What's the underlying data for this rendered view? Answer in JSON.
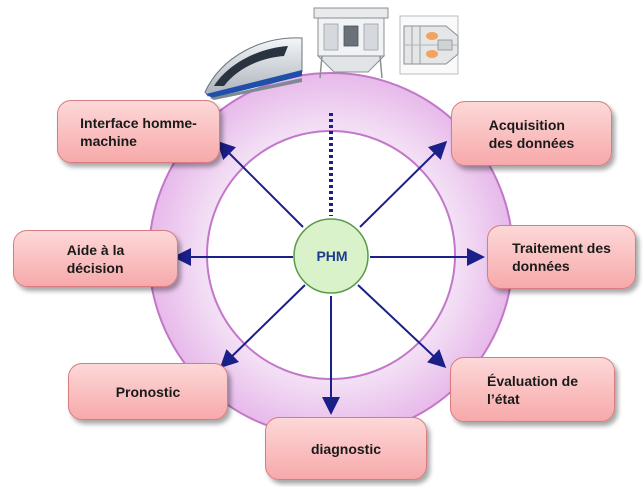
{
  "diagram": {
    "center": {
      "label": "PHM"
    },
    "nodes": [
      {
        "id": "interface",
        "line1": "Interface homme-",
        "line2": "machine"
      },
      {
        "id": "acquisition",
        "line1": "Acquisition",
        "line2": "des données"
      },
      {
        "id": "aide",
        "line1": "Aide à la",
        "line2": "décision"
      },
      {
        "id": "traitement",
        "line1": "Traitement des",
        "line2": "données"
      },
      {
        "id": "pronostic",
        "line1": "Pronostic",
        "line2": ""
      },
      {
        "id": "evaluation",
        "line1": "Évaluation de",
        "line2": "l’état"
      },
      {
        "id": "diagnostic",
        "line1": "diagnostic",
        "line2": ""
      }
    ],
    "colors": {
      "ring_fill": "#edc9ef",
      "ring_stroke": "#c277c9",
      "box_fill": "#f9b7b8",
      "arrow": "#1b1f88",
      "center_fill": "#d9f2c9",
      "center_stroke": "#5a9a4a",
      "center_text": "#1d3b8f"
    },
    "icons": [
      "high-speed-train-icon",
      "industrial-machine-icon",
      "jet-engine-icon"
    ]
  }
}
